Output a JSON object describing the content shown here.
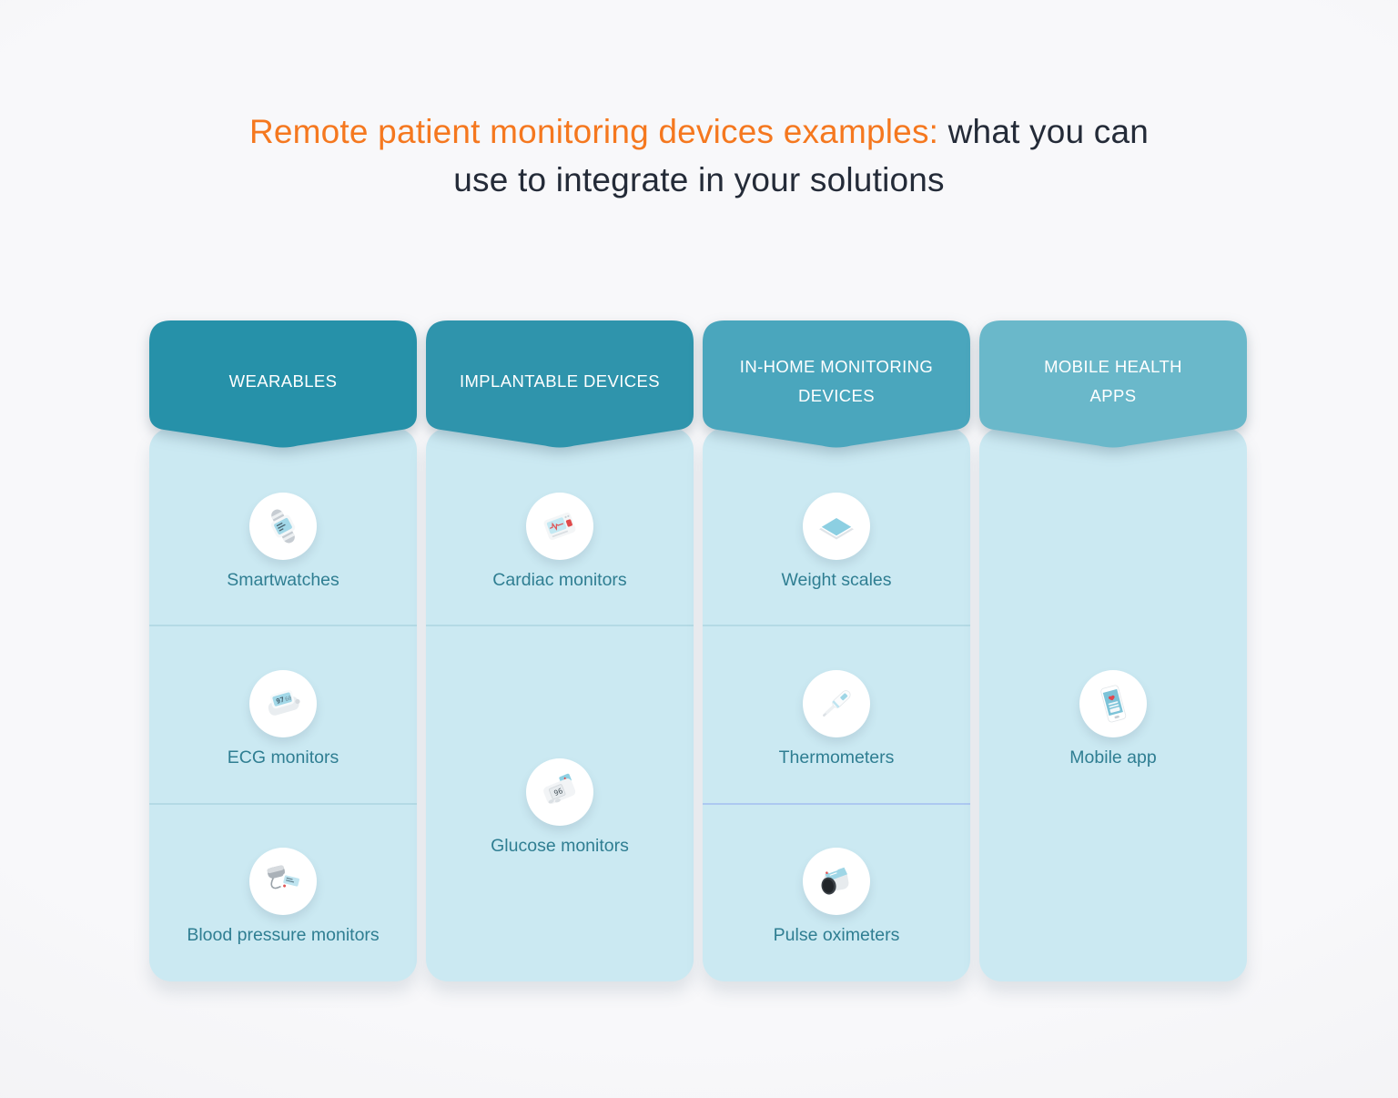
{
  "title": {
    "highlight": "Remote patient monitoring devices examples:",
    "rest_line1": "what you can",
    "rest_line2": "use to integrate in your solutions",
    "highlight_color": "#f5781f",
    "text_color": "#242b38"
  },
  "columns": [
    {
      "title": "WEARABLES",
      "header_color": "#2691a9",
      "items": [
        {
          "label": "Smartwatches",
          "icon": "smartwatch-icon"
        },
        {
          "label": "ECG monitors",
          "icon": "ecg-monitor-icon"
        },
        {
          "label": "Blood pressure monitors",
          "icon": "blood-pressure-monitor-icon"
        }
      ]
    },
    {
      "title": "IMPLANTABLE DEVICES",
      "header_color": "#2f94ac",
      "items": [
        {
          "label": "Cardiac monitors",
          "icon": "cardiac-monitor-icon"
        },
        {
          "label": "Glucose monitors",
          "icon": "glucose-monitor-icon"
        }
      ]
    },
    {
      "title": "IN-HOME MONITORING DEVICES",
      "header_color": "#4aa6bd",
      "items": [
        {
          "label": "Weight scales",
          "icon": "weight-scale-icon"
        },
        {
          "label": "Thermometers",
          "icon": "thermometer-icon"
        },
        {
          "label": "Pulse oximeters",
          "icon": "pulse-oximeter-icon"
        }
      ]
    },
    {
      "title": "MOBILE HEALTH APPS",
      "header_color": "#6ab8ca",
      "items": [
        {
          "label": "Mobile app",
          "icon": "mobile-app-icon"
        }
      ]
    }
  ],
  "colors": {
    "column_body": "#cbe9f2",
    "item_label": "#2f7e92",
    "divider_teal": "#b4dae5",
    "divider_blue": "#adc9f1",
    "icon_circle": "#ffffff",
    "background": "#f3f3f6"
  }
}
